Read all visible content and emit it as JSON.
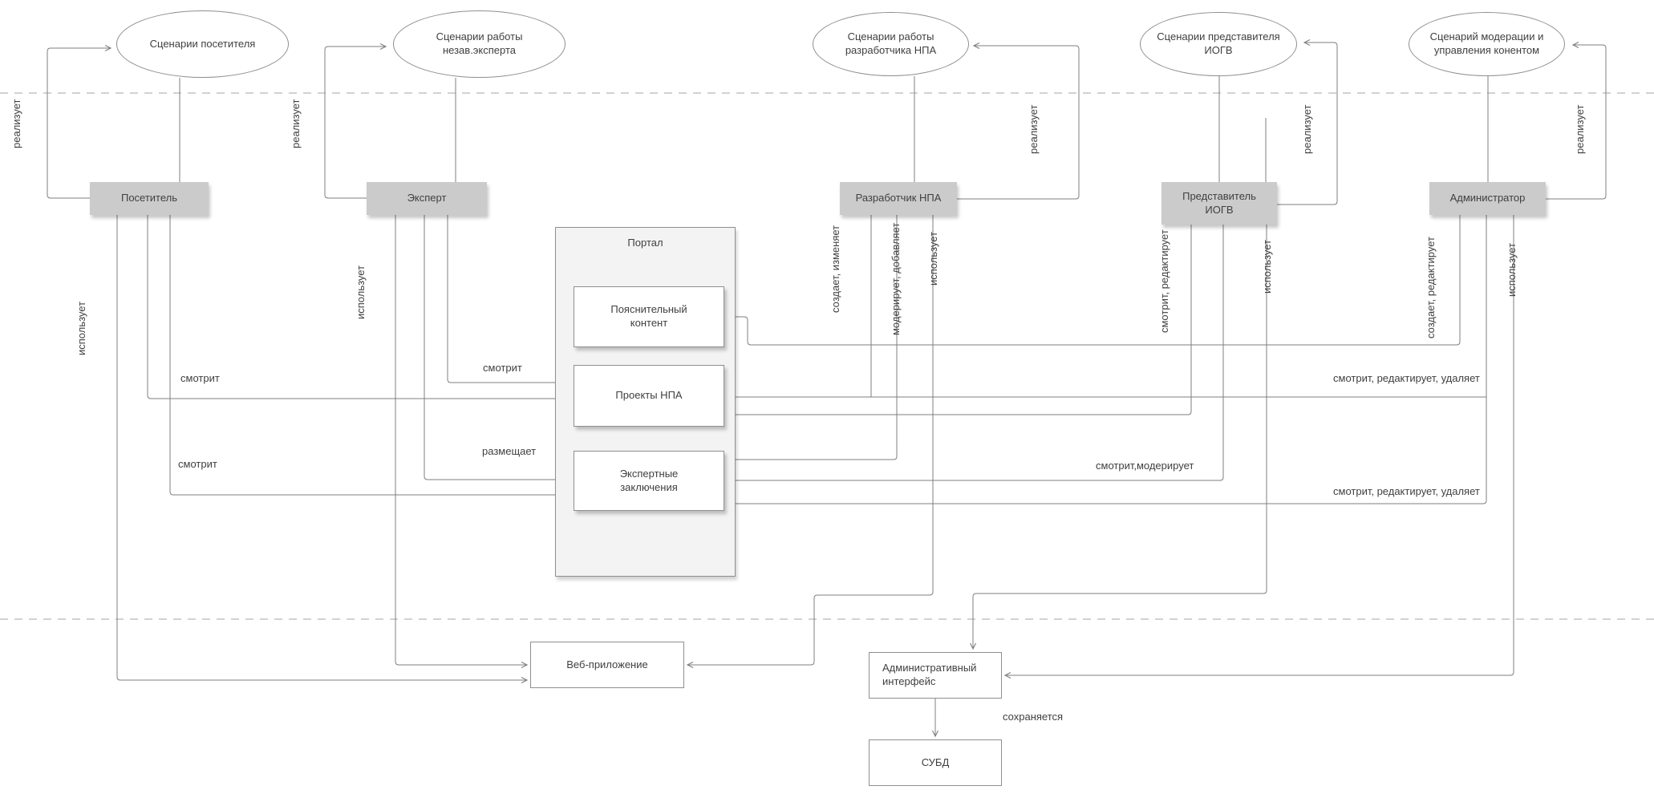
{
  "scenarios": [
    {
      "label": "Сценарии посетителя"
    },
    {
      "label": "Сценарии работы\nнезав.эксперта"
    },
    {
      "label": "Сценарии работы\nразработчика НПА"
    },
    {
      "label": "Сценарии представителя\nИОГВ"
    },
    {
      "label": "Сценарий модерации и\nуправления конентом"
    }
  ],
  "actors": [
    {
      "label": "Посетитель"
    },
    {
      "label": "Эксперт"
    },
    {
      "label": "Разработчик НПА"
    },
    {
      "label": "Представитель\nИОГВ"
    },
    {
      "label": "Администратор"
    }
  ],
  "portal": {
    "title": "Портал",
    "components": [
      {
        "label": "Пояснительный\nконтент"
      },
      {
        "label": "Проекты НПА"
      },
      {
        "label": "Экспертные\nзаключения"
      }
    ]
  },
  "systems": {
    "web_app": {
      "label": "Веб-приложение"
    },
    "admin_ui": {
      "label": "Административный\nинтерфейс"
    },
    "dbms": {
      "label": "СУБД"
    }
  },
  "edge_labels": {
    "realizes": "реализует",
    "uses": "использует",
    "views": "смотрит",
    "places": "размещает",
    "creates_changes": "создает, изменяет",
    "moderates_adds": "модерирует, добавляет",
    "views_edits": "смотрит, редактирует",
    "creates_edits": "создает, редактирует",
    "views_moderates": "смотрит,модерирует",
    "views_edits_deletes": "смотрит, редактирует, удаляет",
    "saves": "сохраняется"
  },
  "colors": {
    "line": "#7f7f7f",
    "dashed_line": "#a6a6a6",
    "actor_fill": "#cbcbcb",
    "panel_fill": "#f3f3f3",
    "text": "#3f3f3f"
  }
}
